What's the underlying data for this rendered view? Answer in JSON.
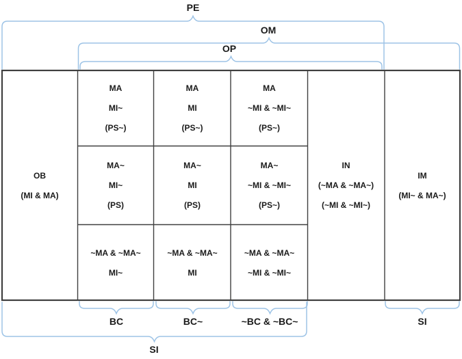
{
  "colors": {
    "brace": "#9DC3E6",
    "border": "#3F3F3F",
    "text": "#1A1A1A"
  },
  "top_braces": [
    {
      "label": "PE"
    },
    {
      "label": "OM"
    },
    {
      "label": "OP"
    }
  ],
  "bottom_braces": [
    {
      "label": "BC"
    },
    {
      "label": "BC~"
    },
    {
      "label": "~BC & ~BC~"
    },
    {
      "label": "SI"
    },
    {
      "label": "SI"
    }
  ],
  "table": {
    "ob": [
      "OB",
      "(MI & MA)"
    ],
    "in": [
      "IN",
      "(~MA & ~MA~)",
      "(~MI & ~MI~)"
    ],
    "im": [
      "IM",
      "(MI~ & MA~)"
    ],
    "grid": [
      [
        [
          "MA",
          "MI~",
          "(PS~)"
        ],
        [
          "MA",
          "MI",
          "(PS~)"
        ],
        [
          "MA",
          "~MI & ~MI~",
          "(PS~)"
        ]
      ],
      [
        [
          "MA~",
          "MI~",
          "(PS)"
        ],
        [
          "MA~",
          "MI",
          "(PS)"
        ],
        [
          "MA~",
          "~MI & ~MI~",
          "(PS~)"
        ]
      ],
      [
        [
          "~MA & ~MA~",
          "MI~"
        ],
        [
          "~MA & ~MA~",
          "MI"
        ],
        [
          "~MA & ~MA~",
          "~MI & ~MI~"
        ]
      ]
    ]
  }
}
